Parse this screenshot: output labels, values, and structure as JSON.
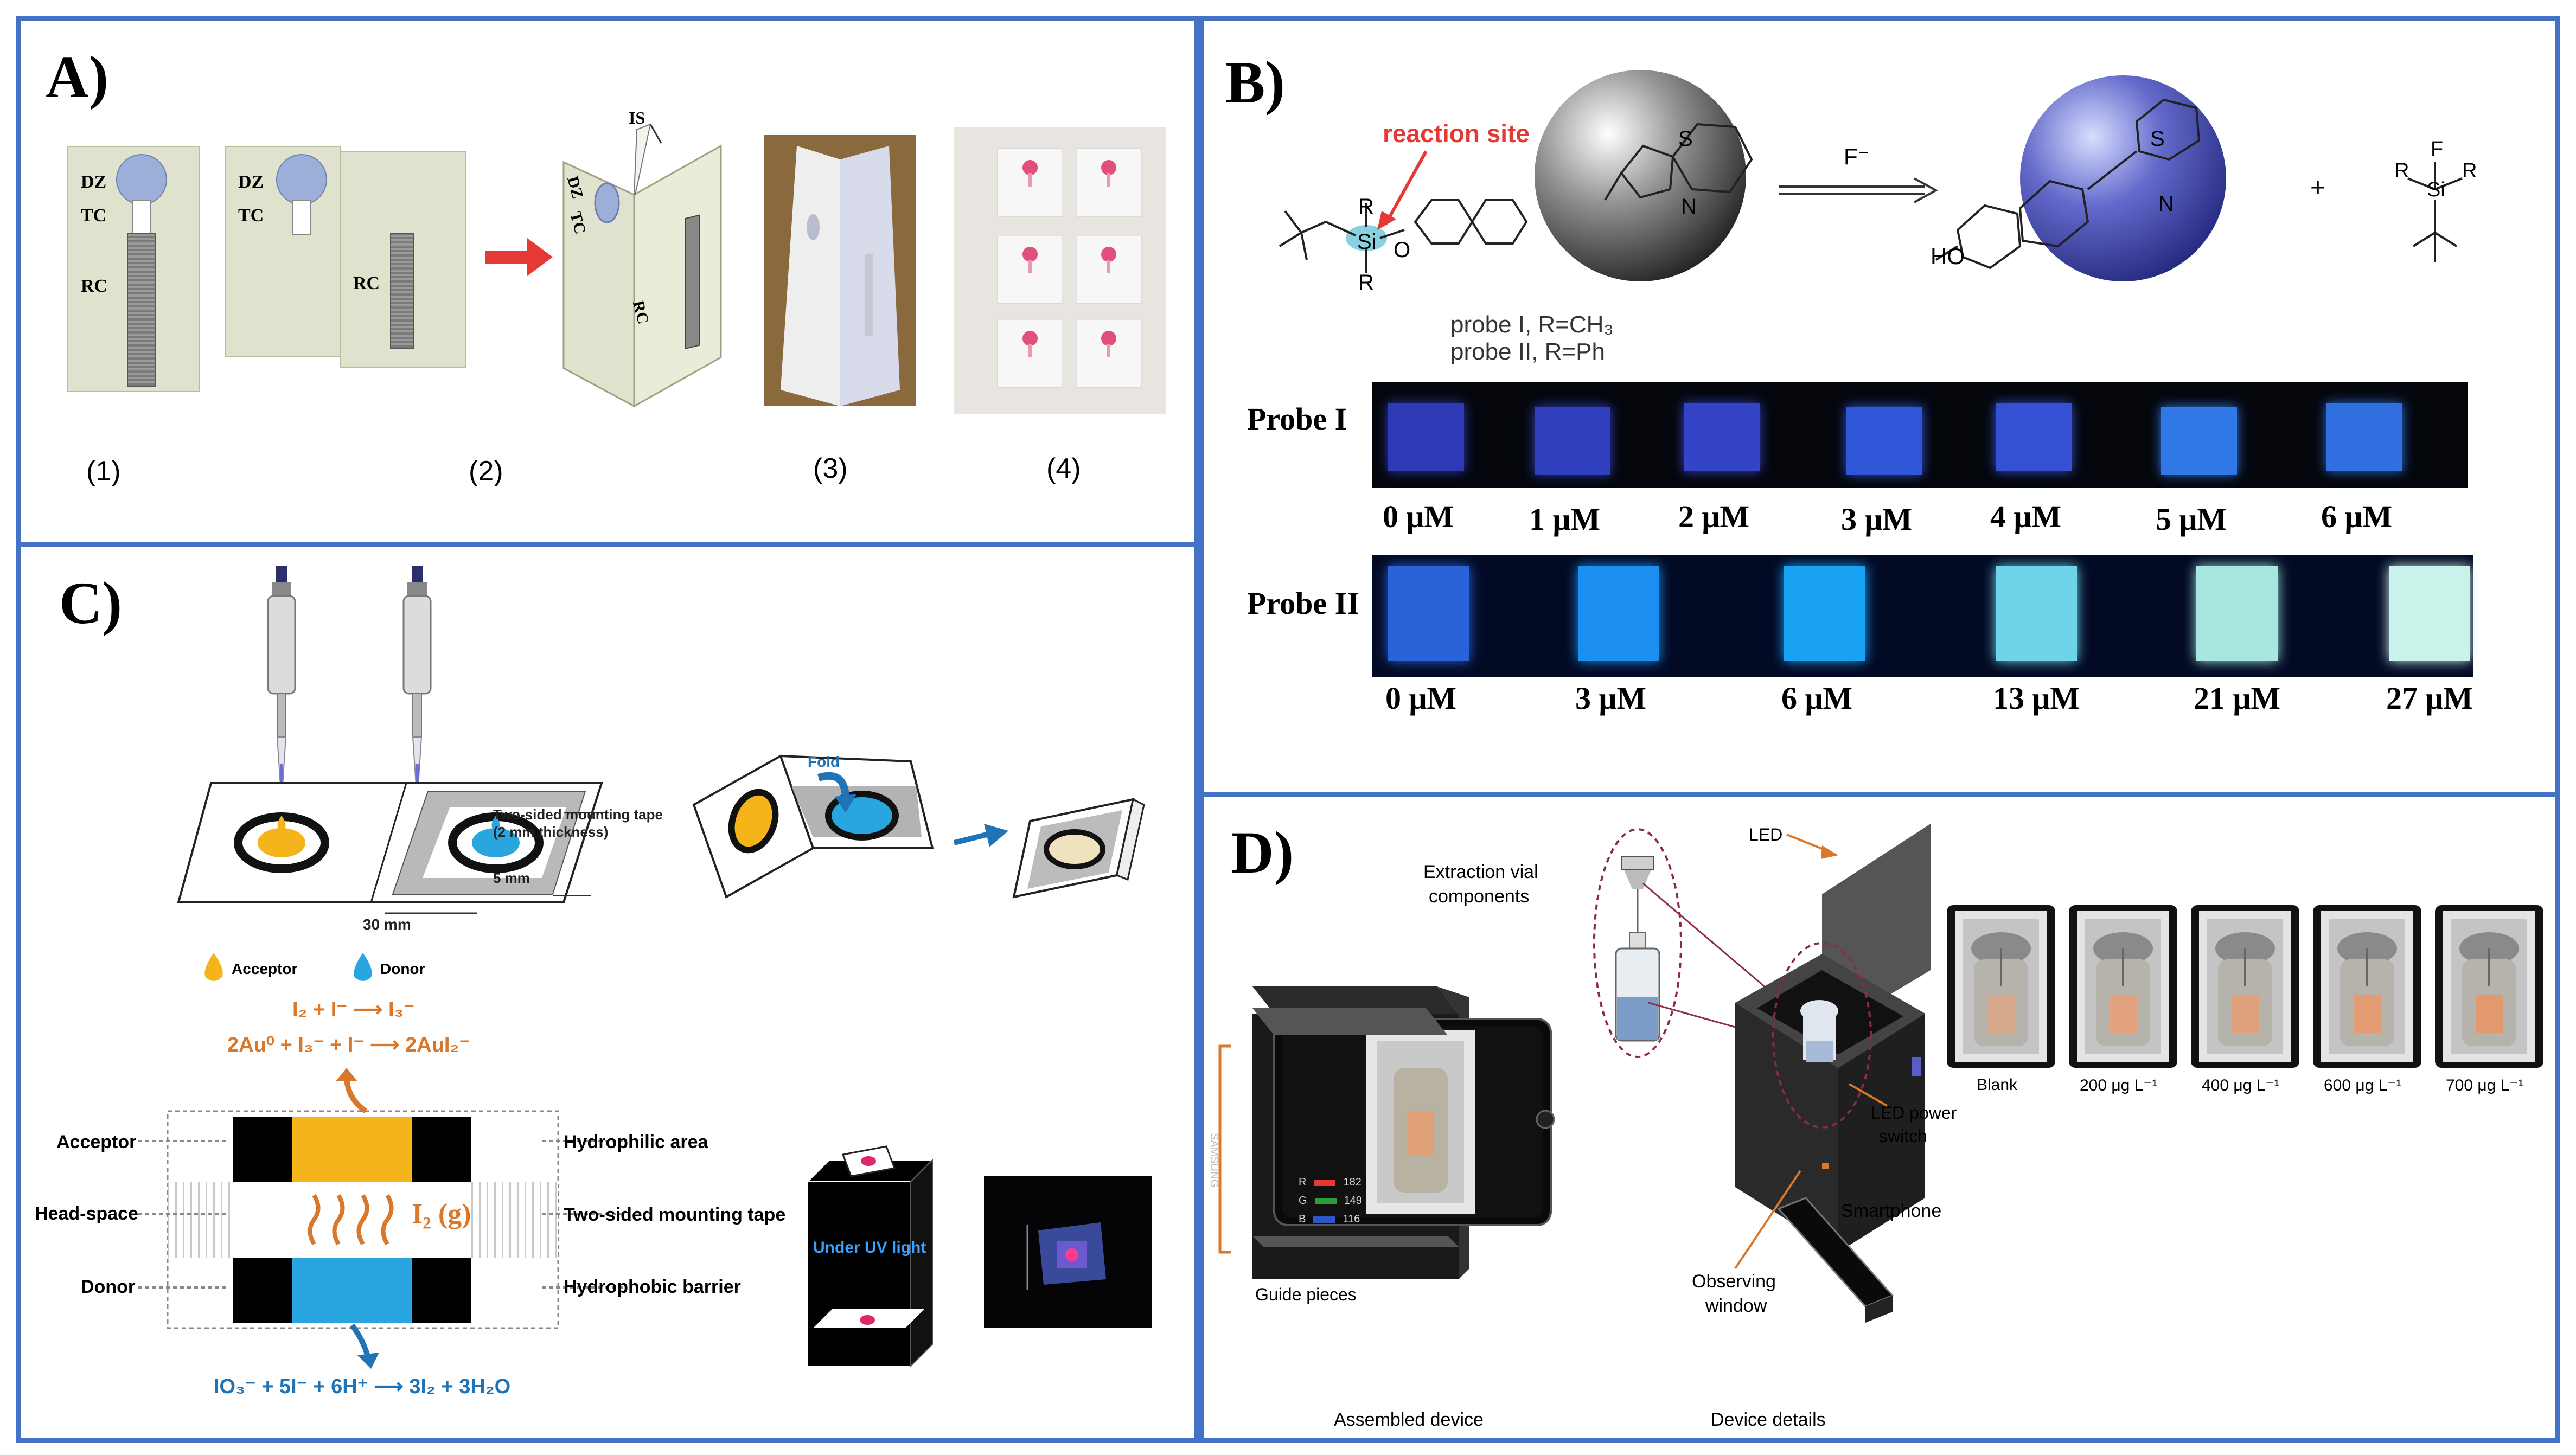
{
  "panels": {
    "a": {
      "label": "A)",
      "zone_labels": {
        "dz": "DZ",
        "tc": "TC",
        "rc": "RC",
        "is": "IS"
      },
      "step_captions": [
        "(1)",
        "(2)",
        "(3)",
        "(4)"
      ]
    },
    "b": {
      "label": "B)",
      "reaction_site": "reaction site",
      "reagent": "F⁻",
      "plus": "+",
      "ho": "HO",
      "probe_defs": [
        "probe I, R=CH₃",
        "probe II, R=Ph"
      ],
      "probe1_label": "Probe I",
      "probe2_label": "Probe II",
      "probe1_conc": [
        "0 μM",
        "1 μM",
        "2 μM",
        "3 μM",
        "4 μM",
        "5 μM",
        "6 μM"
      ],
      "probe2_conc": [
        "0 μM",
        "3 μM",
        "6 μM",
        "13 μM",
        "21 μM",
        "27 μM"
      ]
    },
    "c": {
      "label": "C)",
      "tape_note_1": "Two-sided mounting tape",
      "tape_note_2": "(2 mm thickness)",
      "gap": "5 mm",
      "width": "30 mm",
      "fold": "Fold",
      "acceptor_legend": "Acceptor",
      "donor_legend": "Donor",
      "eq1": "I₂ + I⁻ ⟶ I₃⁻",
      "eq2": "2Au⁰ + I₃⁻ + I⁻ ⟶ 2AuI₂⁻",
      "eq3": "IO₃⁻ + 5I⁻ + 6H⁺ ⟶ 3I₂ + 3H₂O",
      "left_labels": [
        "Acceptor",
        "Head-space",
        "Donor"
      ],
      "right_labels": [
        "Hydrophilic area",
        "Two-sided mounting tape",
        "Hydrophobic barrier"
      ],
      "gas": "I₂ (g)",
      "uv": "Under UV light"
    },
    "d": {
      "label": "D)",
      "extraction": [
        "Extraction vial",
        "components"
      ],
      "led": "LED",
      "led_switch": [
        "LED power",
        "switch"
      ],
      "smartphone": "Smartphone",
      "observing": [
        "Observing",
        "window"
      ],
      "guide": "Guide pieces",
      "assembled": "Assembled device",
      "details": "Device details",
      "brand": "SAMSUNG",
      "rgb": [
        {
          "ch": "R",
          "val": "182"
        },
        {
          "ch": "G",
          "val": "149"
        },
        {
          "ch": "B",
          "val": "116"
        }
      ],
      "vials": [
        "Blank",
        "200 μg L⁻¹",
        "400 μg L⁻¹",
        "600 μg L⁻¹",
        "700 μg L⁻¹"
      ]
    }
  },
  "colors": {
    "border": "#4472c4",
    "arrow_red": "#e53935",
    "reaction_site": "#e53935",
    "acceptor": "#f4b41a",
    "donor": "#29a6e0",
    "eq_orange": "#d9772b",
    "eq_blue": "#1f73b7",
    "probe_bg": "#05070d"
  }
}
